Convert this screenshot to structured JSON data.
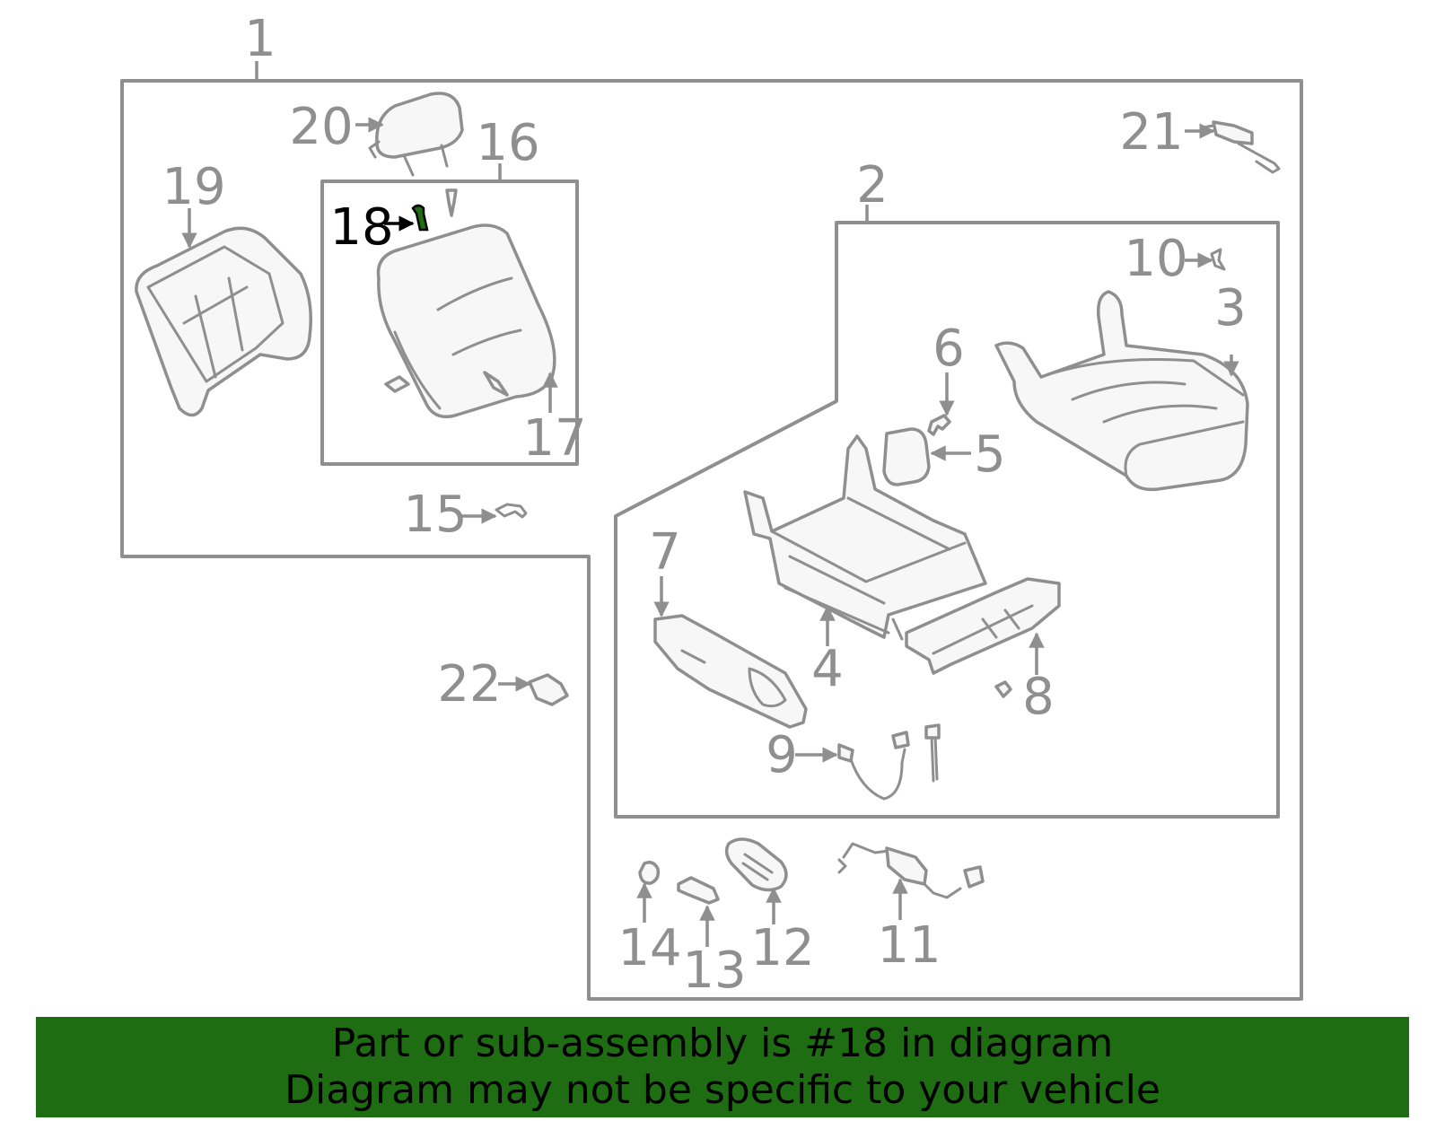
{
  "diagram": {
    "highlighted_part": "18",
    "callouts": {
      "c1": "1",
      "c2": "2",
      "c3": "3",
      "c4": "4",
      "c5": "5",
      "c6": "6",
      "c7": "7",
      "c8": "8",
      "c9": "9",
      "c10": "10",
      "c11": "11",
      "c12": "12",
      "c13": "13",
      "c14": "14",
      "c15": "15",
      "c16": "16",
      "c17": "17",
      "c18": "18",
      "c19": "19",
      "c20": "20",
      "c21": "21",
      "c22": "22"
    },
    "colors": {
      "line": "#8f8f8f",
      "panel_fill": "#f7f7f7",
      "highlight": "#000000",
      "highlight_part": "#1e6d12"
    }
  },
  "banner": {
    "line1": "Part or sub-assembly is #18 in diagram",
    "line2": "Diagram may not be specific to your vehicle",
    "background": "#1e6d12"
  }
}
